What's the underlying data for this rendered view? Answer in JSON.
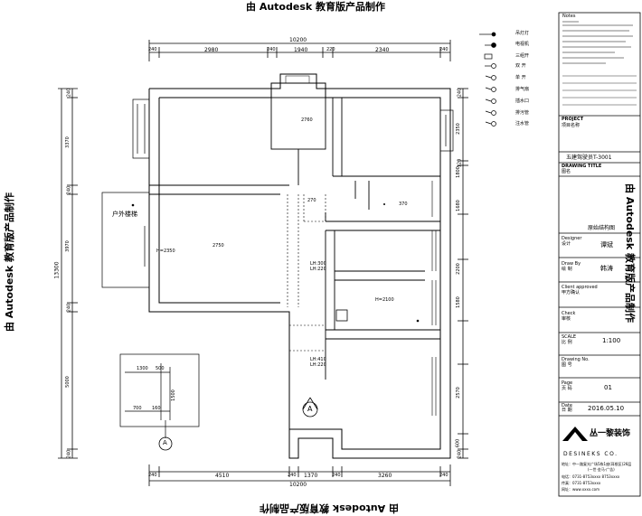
{
  "watermark": "由 Autodesk 教育版产品制作",
  "dimensions": {
    "top_total": "10200",
    "top_segments": [
      "240",
      "2980",
      "240",
      "1940",
      "220",
      "2340",
      "240"
    ],
    "bottom_total": "10200",
    "bottom_segments": [
      "240",
      "4510",
      "240",
      "1370",
      "240",
      "3260",
      "240"
    ],
    "left_total": "13300",
    "left_segments": [
      "240",
      "3370",
      "240",
      "3970",
      "240",
      "5000",
      "240"
    ],
    "right_segments": [
      "240",
      "2350",
      "120",
      "1800",
      "1680",
      "2200",
      "1580",
      "2570",
      "600",
      "240"
    ]
  },
  "room_labels": {
    "outdoor_label": "户外楼梯",
    "ceiling_main": "2750",
    "ceiling_small": "2760",
    "ceiling_left": "H=2350",
    "ceiling_mid": "H=2100",
    "wall_note_a": "LH:300",
    "wall_note_b": "LH:220",
    "wall_note_c": "LH:410",
    "wall_note_d": "LH:220",
    "small_box": "270",
    "kitchen_box": "370"
  },
  "detail": {
    "dim_a": "1300",
    "dim_b": "500",
    "dim_c": "700",
    "dim_d": "160",
    "dim_e": "1500"
  },
  "section_marker": "A",
  "legend": {
    "items": [
      "吊灯灯",
      "电视机",
      "三组开",
      "双 开",
      "单 开",
      "排气扇",
      "插水口",
      "排污管",
      "注水管"
    ]
  },
  "title_block": {
    "notes_label": "Notes",
    "project_label": "PROJECT",
    "project_sub": "项目名称",
    "project_name": "五建驾驶员T-3001",
    "drawing_title_label": "DRAWING TITLE",
    "drawing_title_sub": "图名",
    "drawing_title": "原始结构图",
    "designer_label": "Designer",
    "designer_sub": "设计",
    "designer_name": "谭斌",
    "drawn_label": "Draw By",
    "drawn_sub": "绘 制",
    "drawn_name": "韩涛",
    "checked_label": "Client approved",
    "checked_sub": "甲方确认",
    "check_label": "Check",
    "check_sub": "审核",
    "scale_label": "SCALE",
    "scale_sub": "比 例",
    "scale_value": "1:100",
    "drawing_no_label": "Drawing No.",
    "drawing_no_sub": "图 号",
    "page_label": "Page",
    "page_sub": "页 码",
    "page_value": "01",
    "date_label": "Date",
    "date_sub": "日 期",
    "date_value": "2016.05.10",
    "company_logo": "丛一黎装饰",
    "company_en": "DESINEKS CO.",
    "company_addr": "地址：中一路复光广场5栋1座(耳根区)26层",
    "company_sub": "(一世·金马·广告)",
    "company_tel": "电话：0731-8753xxxx 8753xxxx",
    "company_fax": "传真：0731-8753xxxx",
    "company_web": "网址：www.xxxx.com"
  }
}
